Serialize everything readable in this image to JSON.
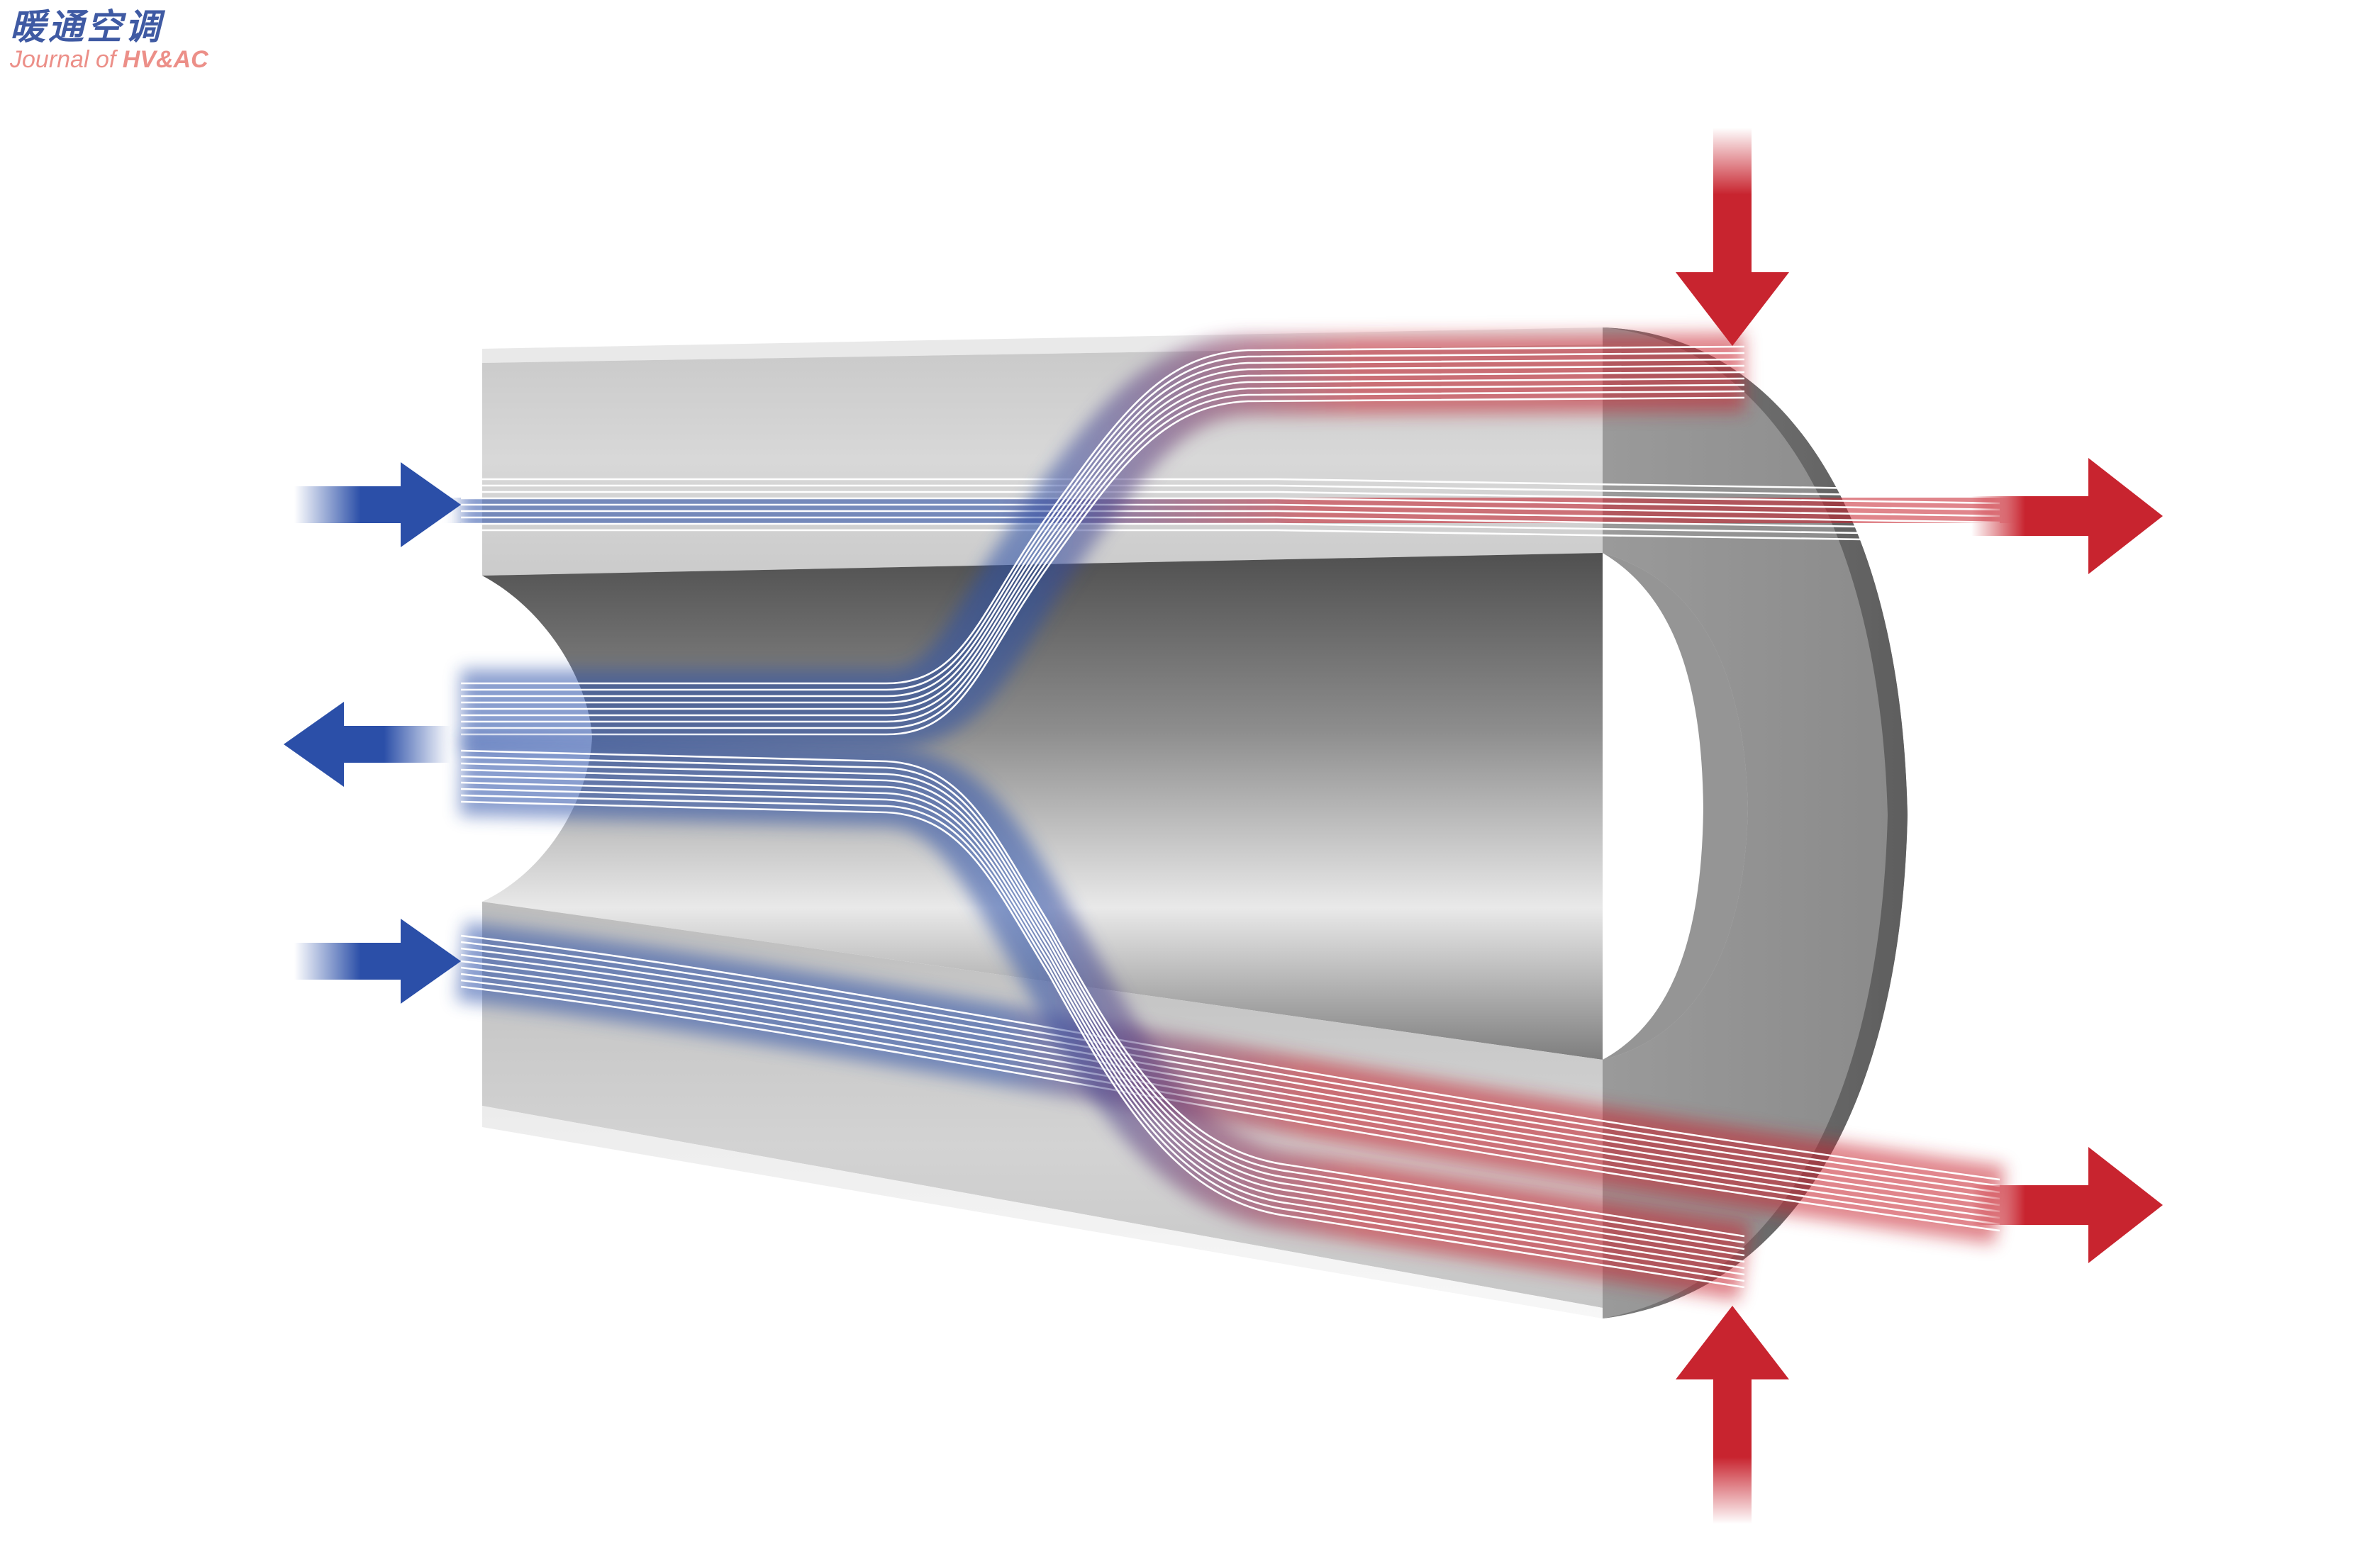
{
  "logo": {
    "name_cn": "暖通空调",
    "journal_prefix": "Journal of ",
    "journal_brand": "HV&AC"
  },
  "diagram": {
    "description_icon": "heat-exchanger-tube-icon",
    "colors": {
      "cold": "#2b4fa8",
      "hot": "#c8242f",
      "body_light": "#d6d6d6",
      "body_dark": "#6a6a6a",
      "stream_line": "#ffffff"
    },
    "arrows": [
      {
        "id": "cold-inlet-top",
        "color": "cold",
        "direction": "right"
      },
      {
        "id": "cold-outlet-middle",
        "color": "cold",
        "direction": "left"
      },
      {
        "id": "cold-inlet-bottom",
        "color": "cold",
        "direction": "right"
      },
      {
        "id": "hot-outlet-top",
        "color": "hot",
        "direction": "right"
      },
      {
        "id": "hot-outlet-bottom",
        "color": "hot",
        "direction": "right"
      },
      {
        "id": "hot-inlet-top",
        "color": "hot",
        "direction": "down"
      },
      {
        "id": "hot-inlet-bottom",
        "color": "hot",
        "direction": "up"
      }
    ]
  }
}
